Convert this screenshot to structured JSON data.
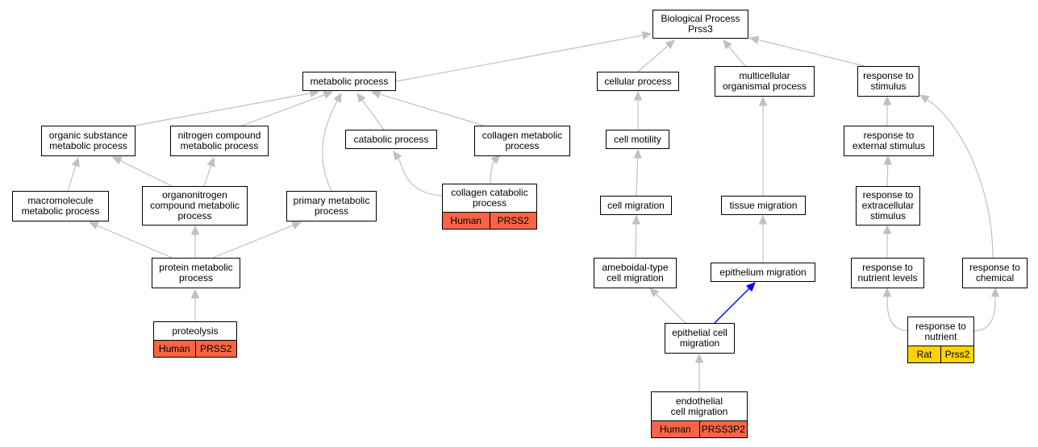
{
  "colors": {
    "edge": "#c0c0c0",
    "highlight_edge": "#0000ff",
    "human_tag": "#fa6446",
    "rat_tag": "#ffd200"
  },
  "nodes": {
    "bp": {
      "label": "Biological Process\nPrss3"
    },
    "metabolic": {
      "label": "metabolic process"
    },
    "cellular": {
      "label": "cellular process"
    },
    "multicellular": {
      "label": "multicellular\norganismal process"
    },
    "response_stimulus": {
      "label": "response to\nstimulus"
    },
    "organic": {
      "label": "organic substance\nmetabolic process"
    },
    "nitrogen": {
      "label": "nitrogen compound\nmetabolic process"
    },
    "catabolic": {
      "label": "catabolic process"
    },
    "collagen_met": {
      "label": "collagen metabolic\nprocess"
    },
    "cell_motility": {
      "label": "cell motility"
    },
    "response_external": {
      "label": "response to\nexternal stimulus"
    },
    "macromolecule": {
      "label": "macromolecule\nmetabolic process"
    },
    "organonitrogen": {
      "label": "organonitrogen\ncompound metabolic\nprocess"
    },
    "primary": {
      "label": "primary metabolic\nprocess"
    },
    "collagen_cat": {
      "label": "collagen catabolic\nprocess",
      "tags": [
        "Human",
        "PRSS2"
      ]
    },
    "cell_migration": {
      "label": "cell migration"
    },
    "tissue_migration": {
      "label": "tissue migration"
    },
    "response_extracellular": {
      "label": "response to\nextracellular\nstimulus"
    },
    "protein_met": {
      "label": "protein metabolic\nprocess"
    },
    "ameboidal": {
      "label": "ameboidal-type\ncell migration"
    },
    "epithelium_migration": {
      "label": "epithelium migration"
    },
    "response_nutrient_levels": {
      "label": "response to\nnutrient levels"
    },
    "response_chemical": {
      "label": "response to\nchemical"
    },
    "proteolysis": {
      "label": "proteolysis",
      "tags": [
        "Human",
        "PRSS2"
      ]
    },
    "epithelial_cell": {
      "label": "epithelial cell\nmigration"
    },
    "response_nutrient": {
      "label": "response to\nnutrient",
      "tags": [
        "Rat",
        "Prss2"
      ]
    },
    "endothelial": {
      "label": "endothelial\ncell migration",
      "tags": [
        "Human",
        "PRSS3P2"
      ]
    }
  },
  "edges": [
    {
      "from": "metabolic",
      "to": "bp"
    },
    {
      "from": "cellular",
      "to": "bp"
    },
    {
      "from": "multicellular",
      "to": "bp"
    },
    {
      "from": "response_stimulus",
      "to": "bp"
    },
    {
      "from": "organic",
      "to": "metabolic"
    },
    {
      "from": "nitrogen",
      "to": "metabolic"
    },
    {
      "from": "catabolic",
      "to": "metabolic"
    },
    {
      "from": "collagen_met",
      "to": "metabolic"
    },
    {
      "from": "primary",
      "to": "metabolic"
    },
    {
      "from": "macromolecule",
      "to": "organic"
    },
    {
      "from": "organonitrogen",
      "to": "organic"
    },
    {
      "from": "organonitrogen",
      "to": "nitrogen"
    },
    {
      "from": "protein_met",
      "to": "macromolecule"
    },
    {
      "from": "protein_met",
      "to": "organonitrogen"
    },
    {
      "from": "protein_met",
      "to": "primary"
    },
    {
      "from": "proteolysis",
      "to": "protein_met"
    },
    {
      "from": "collagen_cat",
      "to": "catabolic"
    },
    {
      "from": "collagen_cat",
      "to": "collagen_met"
    },
    {
      "from": "cell_motility",
      "to": "cellular"
    },
    {
      "from": "cell_migration",
      "to": "cell_motility"
    },
    {
      "from": "ameboidal",
      "to": "cell_migration"
    },
    {
      "from": "epithelial_cell",
      "to": "ameboidal"
    },
    {
      "from": "epithelial_cell",
      "to": "epithelium_migration",
      "highlight": true
    },
    {
      "from": "endothelial",
      "to": "epithelial_cell"
    },
    {
      "from": "tissue_migration",
      "to": "multicellular"
    },
    {
      "from": "epithelium_migration",
      "to": "tissue_migration"
    },
    {
      "from": "response_external",
      "to": "response_stimulus"
    },
    {
      "from": "response_extracellular",
      "to": "response_external"
    },
    {
      "from": "response_nutrient_levels",
      "to": "response_extracellular"
    },
    {
      "from": "response_nutrient",
      "to": "response_nutrient_levels"
    },
    {
      "from": "response_nutrient",
      "to": "response_chemical"
    },
    {
      "from": "response_chemical",
      "to": "response_stimulus"
    }
  ]
}
